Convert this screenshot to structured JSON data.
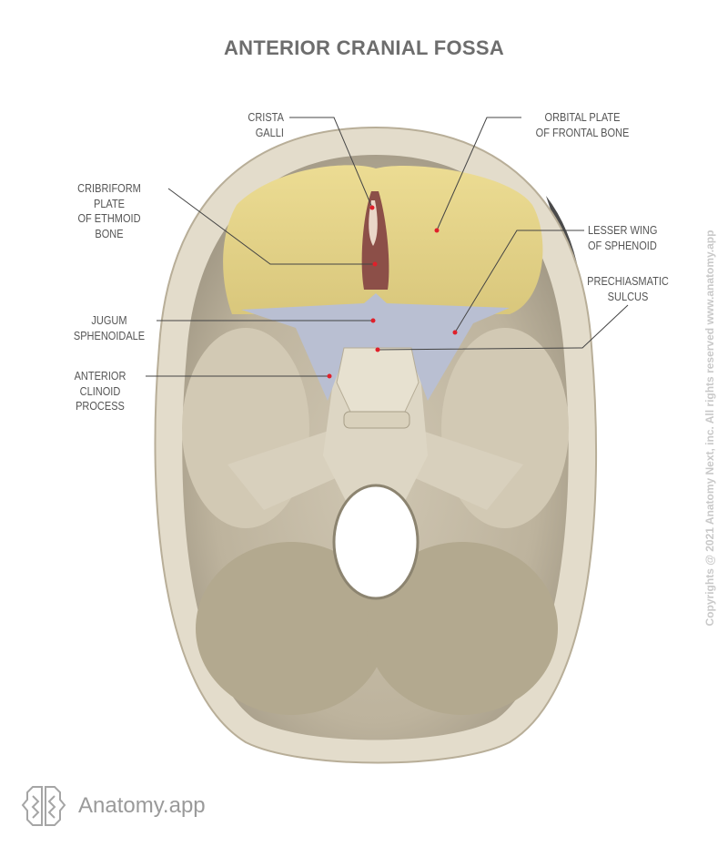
{
  "title": "ANTERIOR CRANIAL FOSSA",
  "labels": {
    "crista_galli": "CRISTA\nGALLI",
    "orbital_plate": "ORBITAL PLATE\nOF FRONTAL BONE",
    "cribriform_plate": "CRIBRIFORM\nPLATE\nOF ETHMOID\nBONE",
    "lesser_wing": "LESSER WING\nOF SPHENOID",
    "prechiasmatic_sulcus": "PRECHIASMATIC\nSULCUS",
    "jugum_sphenoidale": "JUGUM\nSPHENOIDALE",
    "anterior_clinoid": "ANTERIOR\nCLINOID\nPROCESS"
  },
  "colors": {
    "frontal_orbital": "#e6d48a",
    "sphenoid": "#b9bfd2",
    "bone": "#d9d2bf",
    "marker": "#e0202a",
    "leader": "#444444"
  },
  "copyright": "Copyrights @ 2021 Anatomy Next, inc. All rights reserved www.anatomy.app",
  "brand": {
    "name": "Anatomy.app",
    "icon": "brain-logo-icon"
  }
}
